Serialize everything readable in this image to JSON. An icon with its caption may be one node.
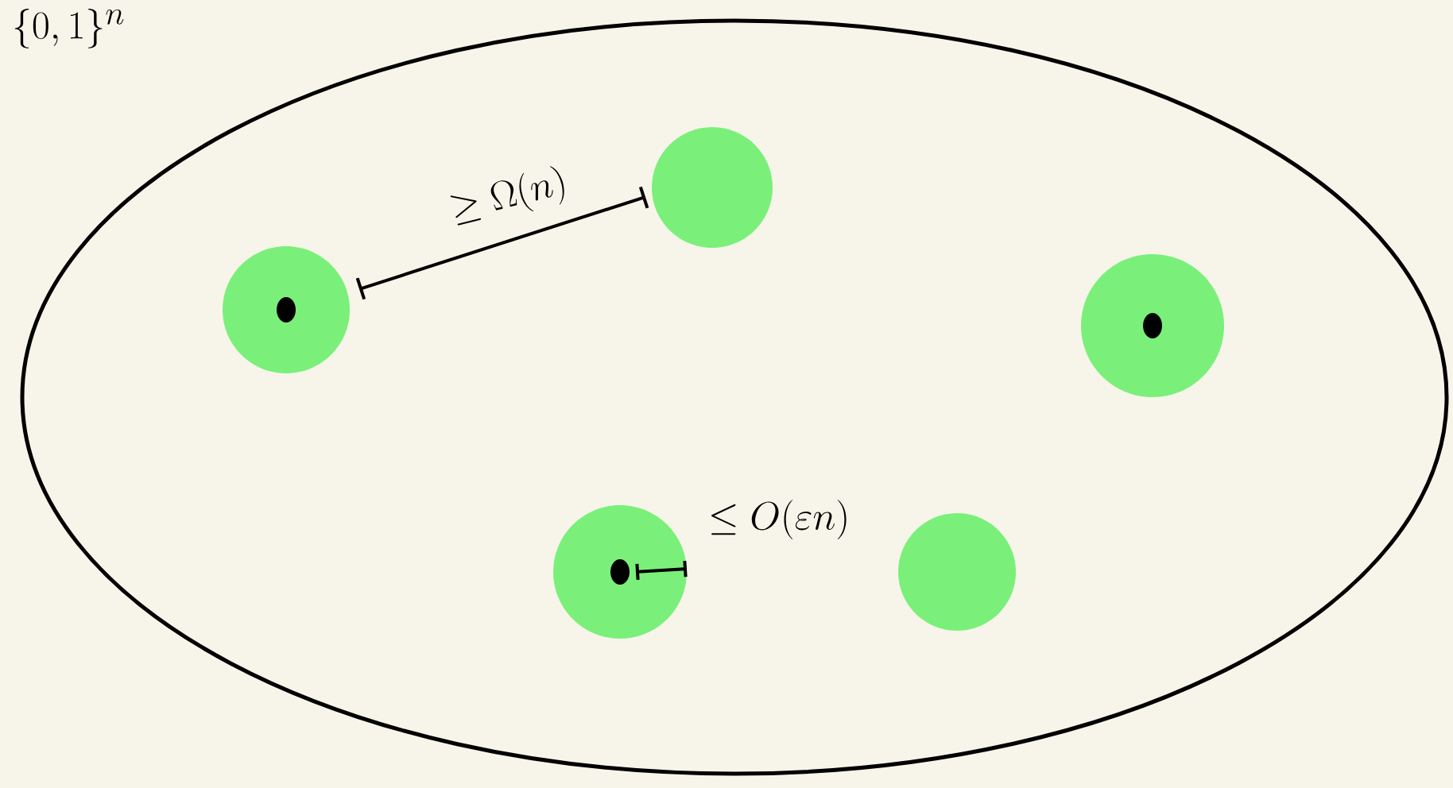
{
  "diagram": {
    "nodes": [
      {
        "text": [
          "\\{0,1\\}^n"
        ]
      },
      {
        "text": [],
        "shape": "circle",
        "in": 0
      },
      {
        "text": [],
        "shape": "circle",
        "in": 0
      },
      {
        "text": [],
        "shape": "circle",
        "in": 0
      },
      {
        "text": [],
        "shape": "circle",
        "in": 0
      },
      {
        "text": [],
        "shape": "circle",
        "in": 0
      }
    ],
    "edges": [],
    "labels": [
      "\\geq \\Omega(n)",
      "\\leq O(\\varepsilon n)"
    ]
  }
}
